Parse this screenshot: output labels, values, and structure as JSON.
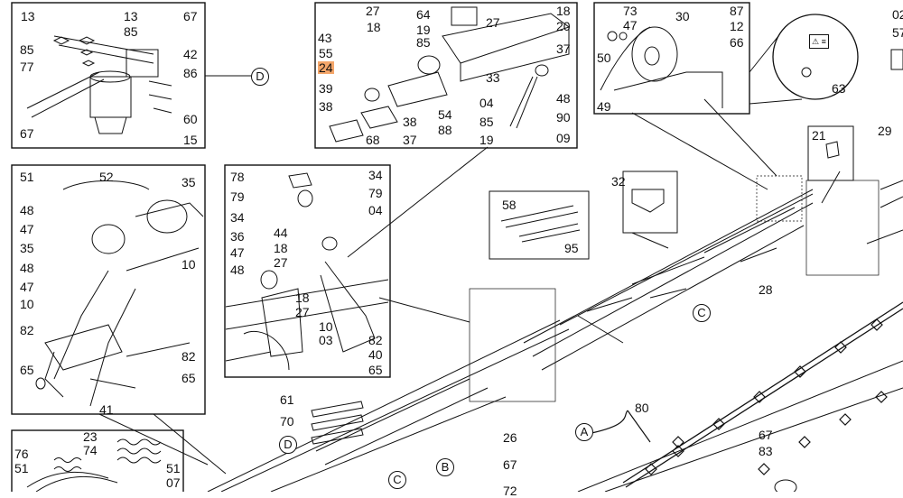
{
  "diagram": {
    "callouts": {
      "tl_13a": "13",
      "tl_13b": "13",
      "tl_67a": "67",
      "tl_85a": "85",
      "tl_85b": "85",
      "tl_42": "42",
      "tl_77": "77",
      "tl_86": "86",
      "tl_60": "60",
      "tl_67b": "67",
      "tl_15": "15",
      "tc_27a": "27",
      "tc_64": "64",
      "tc_18a": "18",
      "tc_18b": "18",
      "tc_19a": "19",
      "tc_27b": "27",
      "tc_20": "20",
      "tc_43": "43",
      "tc_85": "85",
      "tc_37a": "37",
      "tc_55": "55",
      "tc_24": "24",
      "tc_33": "33",
      "tc_39": "39",
      "tc_04": "04",
      "tc_48": "48",
      "tc_38a": "38",
      "tc_54": "54",
      "tc_90": "90",
      "tc_38b": "38",
      "tc_85b": "85",
      "tc_88": "88",
      "tc_68": "68",
      "tc_37b": "37",
      "tc_19b": "19",
      "tc_09": "09",
      "tr_73": "73",
      "tr_47": "47",
      "tr_30": "30",
      "tr_87": "87",
      "tr_12": "12",
      "tr_66": "66",
      "tr_50": "50",
      "tr_49": "49",
      "tr_63": "63",
      "tr_02": "02",
      "tr_57": "57",
      "tr_29": "29",
      "ml_51": "51",
      "ml_52": "52",
      "ml_35a": "35",
      "ml_48a": "48",
      "ml_47a": "47",
      "ml_35b": "35",
      "ml_10a": "10",
      "ml_48b": "48",
      "ml_47b": "47",
      "ml_10b": "10",
      "ml_82a": "82",
      "ml_65a": "65",
      "ml_82b": "82",
      "ml_65b": "65",
      "ml_41": "41",
      "mc_78": "78",
      "mc_34a": "34",
      "mc_79a": "79",
      "mc_79b": "79",
      "mc_34b": "34",
      "mc_04": "04",
      "mc_36": "36",
      "mc_44": "44",
      "mc_47": "47",
      "mc_18a": "18",
      "mc_48": "48",
      "mc_27a": "27",
      "mc_18b": "18",
      "mc_27b": "27",
      "mc_10": "10",
      "mc_03": "03",
      "mc_82": "82",
      "mc_40": "40",
      "mc_65": "65",
      "r_21": "21",
      "r_32": "32",
      "r_58": "58",
      "r_95": "95",
      "r_28": "28",
      "r_26": "26",
      "r_80": "80",
      "r_67": "67",
      "r_83": "83",
      "r_61": "61",
      "r_70": "70",
      "r_67c": "67",
      "r_72": "72",
      "bl_23": "23",
      "bl_76": "76",
      "bl_74": "74",
      "bl_51a": "51",
      "bl_51b": "51",
      "bl_07": "07"
    },
    "letters": {
      "D1": "D",
      "D2": "D",
      "C1": "C",
      "C2": "C",
      "A": "A",
      "B": "B"
    },
    "warning_label": "⚠ ≡"
  },
  "colors": {
    "line": "#111111",
    "highlight": "#f4a66a",
    "background": "#ffffff"
  }
}
